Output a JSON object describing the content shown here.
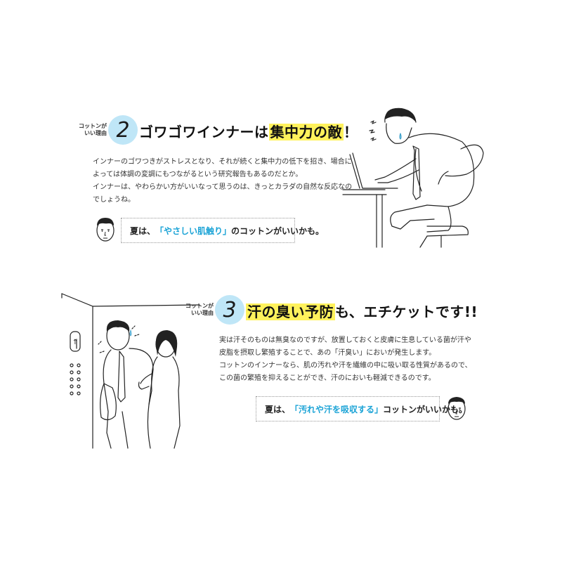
{
  "reason2": {
    "label_line1": "コットンが",
    "label_line2": "いい理由",
    "number": "2",
    "headline_pre": "ゴワゴワインナーは",
    "headline_hl": "集中力の敵",
    "headline_post": "！",
    "body": [
      "インナーのゴワつきがストレスとなり、それが続くと集中力の低下を招き、場合に",
      "よっては体調の変調にもつながるという研究報告もあるのだとか。",
      "インナーは、やわらかい方がいいなって思うのは、きっとカラダの自然な反応なの",
      "でしょうね。"
    ],
    "bubble_pre": "夏は、",
    "bubble_accent": "「やさしい肌触り」",
    "bubble_post": "のコットンがいいかも。"
  },
  "reason3": {
    "label_line1": "コットンが",
    "label_line2": "いい理由",
    "number": "3",
    "headline_hl": "汗の臭い予防",
    "headline_post": "も、エチケットです!!",
    "body": [
      "実は汗そのものは無臭なのですが、放置しておくと皮膚に生息している菌が汗や",
      "皮脂を摂取し繁殖することで、あの「汗臭い」においが発生します。",
      "コットンのインナーなら、肌の汚れや汗を繊維の中に吸い取る性質があるので、",
      "この菌の繁殖を抑えることができ、汗のにおいも軽減できるのです。"
    ],
    "bubble_pre": "夏は、",
    "bubble_accent": "「汚れや汗を吸収する」",
    "bubble_post": "コットンがいいかも。"
  },
  "colors": {
    "circle": "#bfe6f7",
    "highlight": "#fff25c",
    "accent": "#1aa3d6"
  },
  "icons": [
    "man-face-icon",
    "office-worker-illustration",
    "elevator-couple-illustration"
  ]
}
